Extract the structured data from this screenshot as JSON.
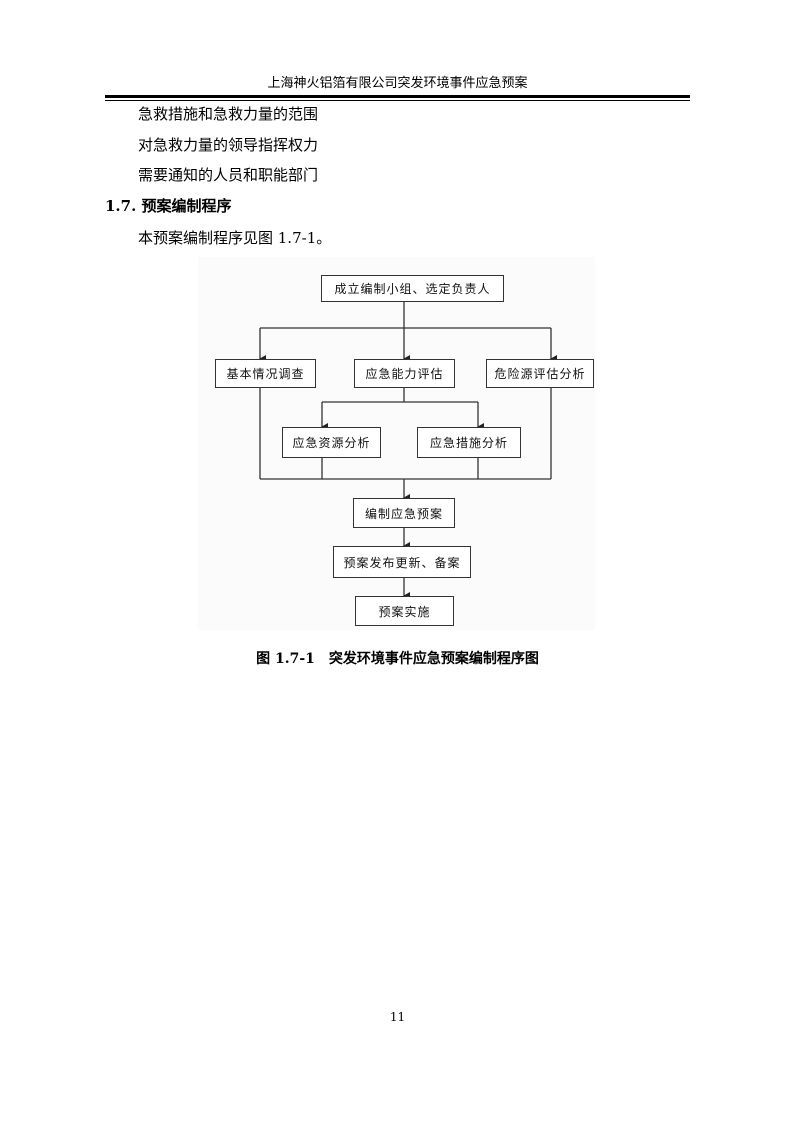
{
  "header": {
    "title": "上海神火铝箔有限公司突发环境事件应急预案"
  },
  "body": {
    "lines": [
      "急救措施和急救力量的范围",
      "对急救力量的领导指挥权力",
      "需要通知的人员和职能部门"
    ],
    "section_heading": "1.7. 预案编制程序",
    "intro": "本预案编制程序见图 1.7-1。"
  },
  "flowchart": {
    "boxes": {
      "b1": "成立编制小组、选定负责人",
      "b2": "基本情况调查",
      "b3": "应急能力评估",
      "b4": "危险源评估分析",
      "b5": "应急资源分析",
      "b6": "应急措施分析",
      "b7": "编制应急预案",
      "b8": "预案发布更新、备案",
      "b9": "预案实施"
    },
    "caption": "图 1.7-1　突发环境事件应急预案编制程序图"
  },
  "footer": {
    "page_number": "11"
  }
}
